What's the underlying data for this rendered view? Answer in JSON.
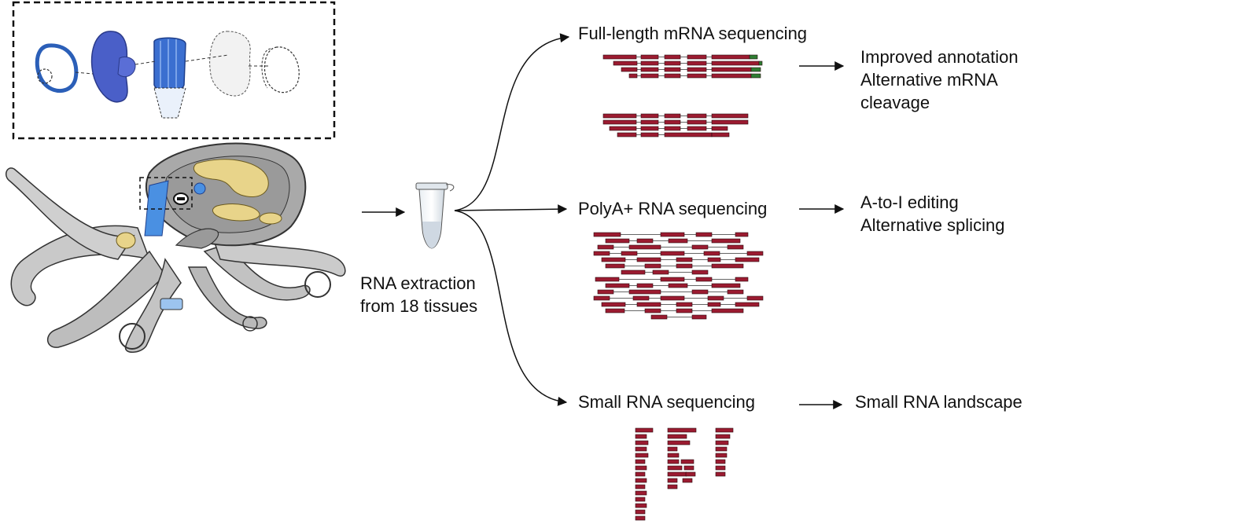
{
  "colors": {
    "read": "#9b1b30",
    "read_outline": "#2a0a10",
    "polya_tail": "#2e7d32",
    "tissue_blue": "#3a57c4",
    "tissue_light_blue": "#4a90e2",
    "octopus_body": "#c8c8c8",
    "organ_yellow": "#e8d48a",
    "line": "#111111"
  },
  "extraction": {
    "line1": "RNA extraction",
    "line2": "from 18 tissues"
  },
  "branches": {
    "full_length": {
      "method": "Full-length mRNA sequencing",
      "outcomes": [
        "Improved annotation",
        "Alternative mRNA",
        "cleavage"
      ]
    },
    "polya": {
      "method": "PolyA+ RNA sequencing",
      "outcomes": [
        "A-to-I editing",
        "Alternative splicing"
      ]
    },
    "small_rna": {
      "method": "Small RNA sequencing",
      "outcomes": [
        "Small RNA landscape"
      ]
    }
  },
  "icons": {
    "organism": "octopus-icon",
    "tissue_inset": "dissected-tissue-icon",
    "tube": "microcentrifuge-tube-icon"
  }
}
